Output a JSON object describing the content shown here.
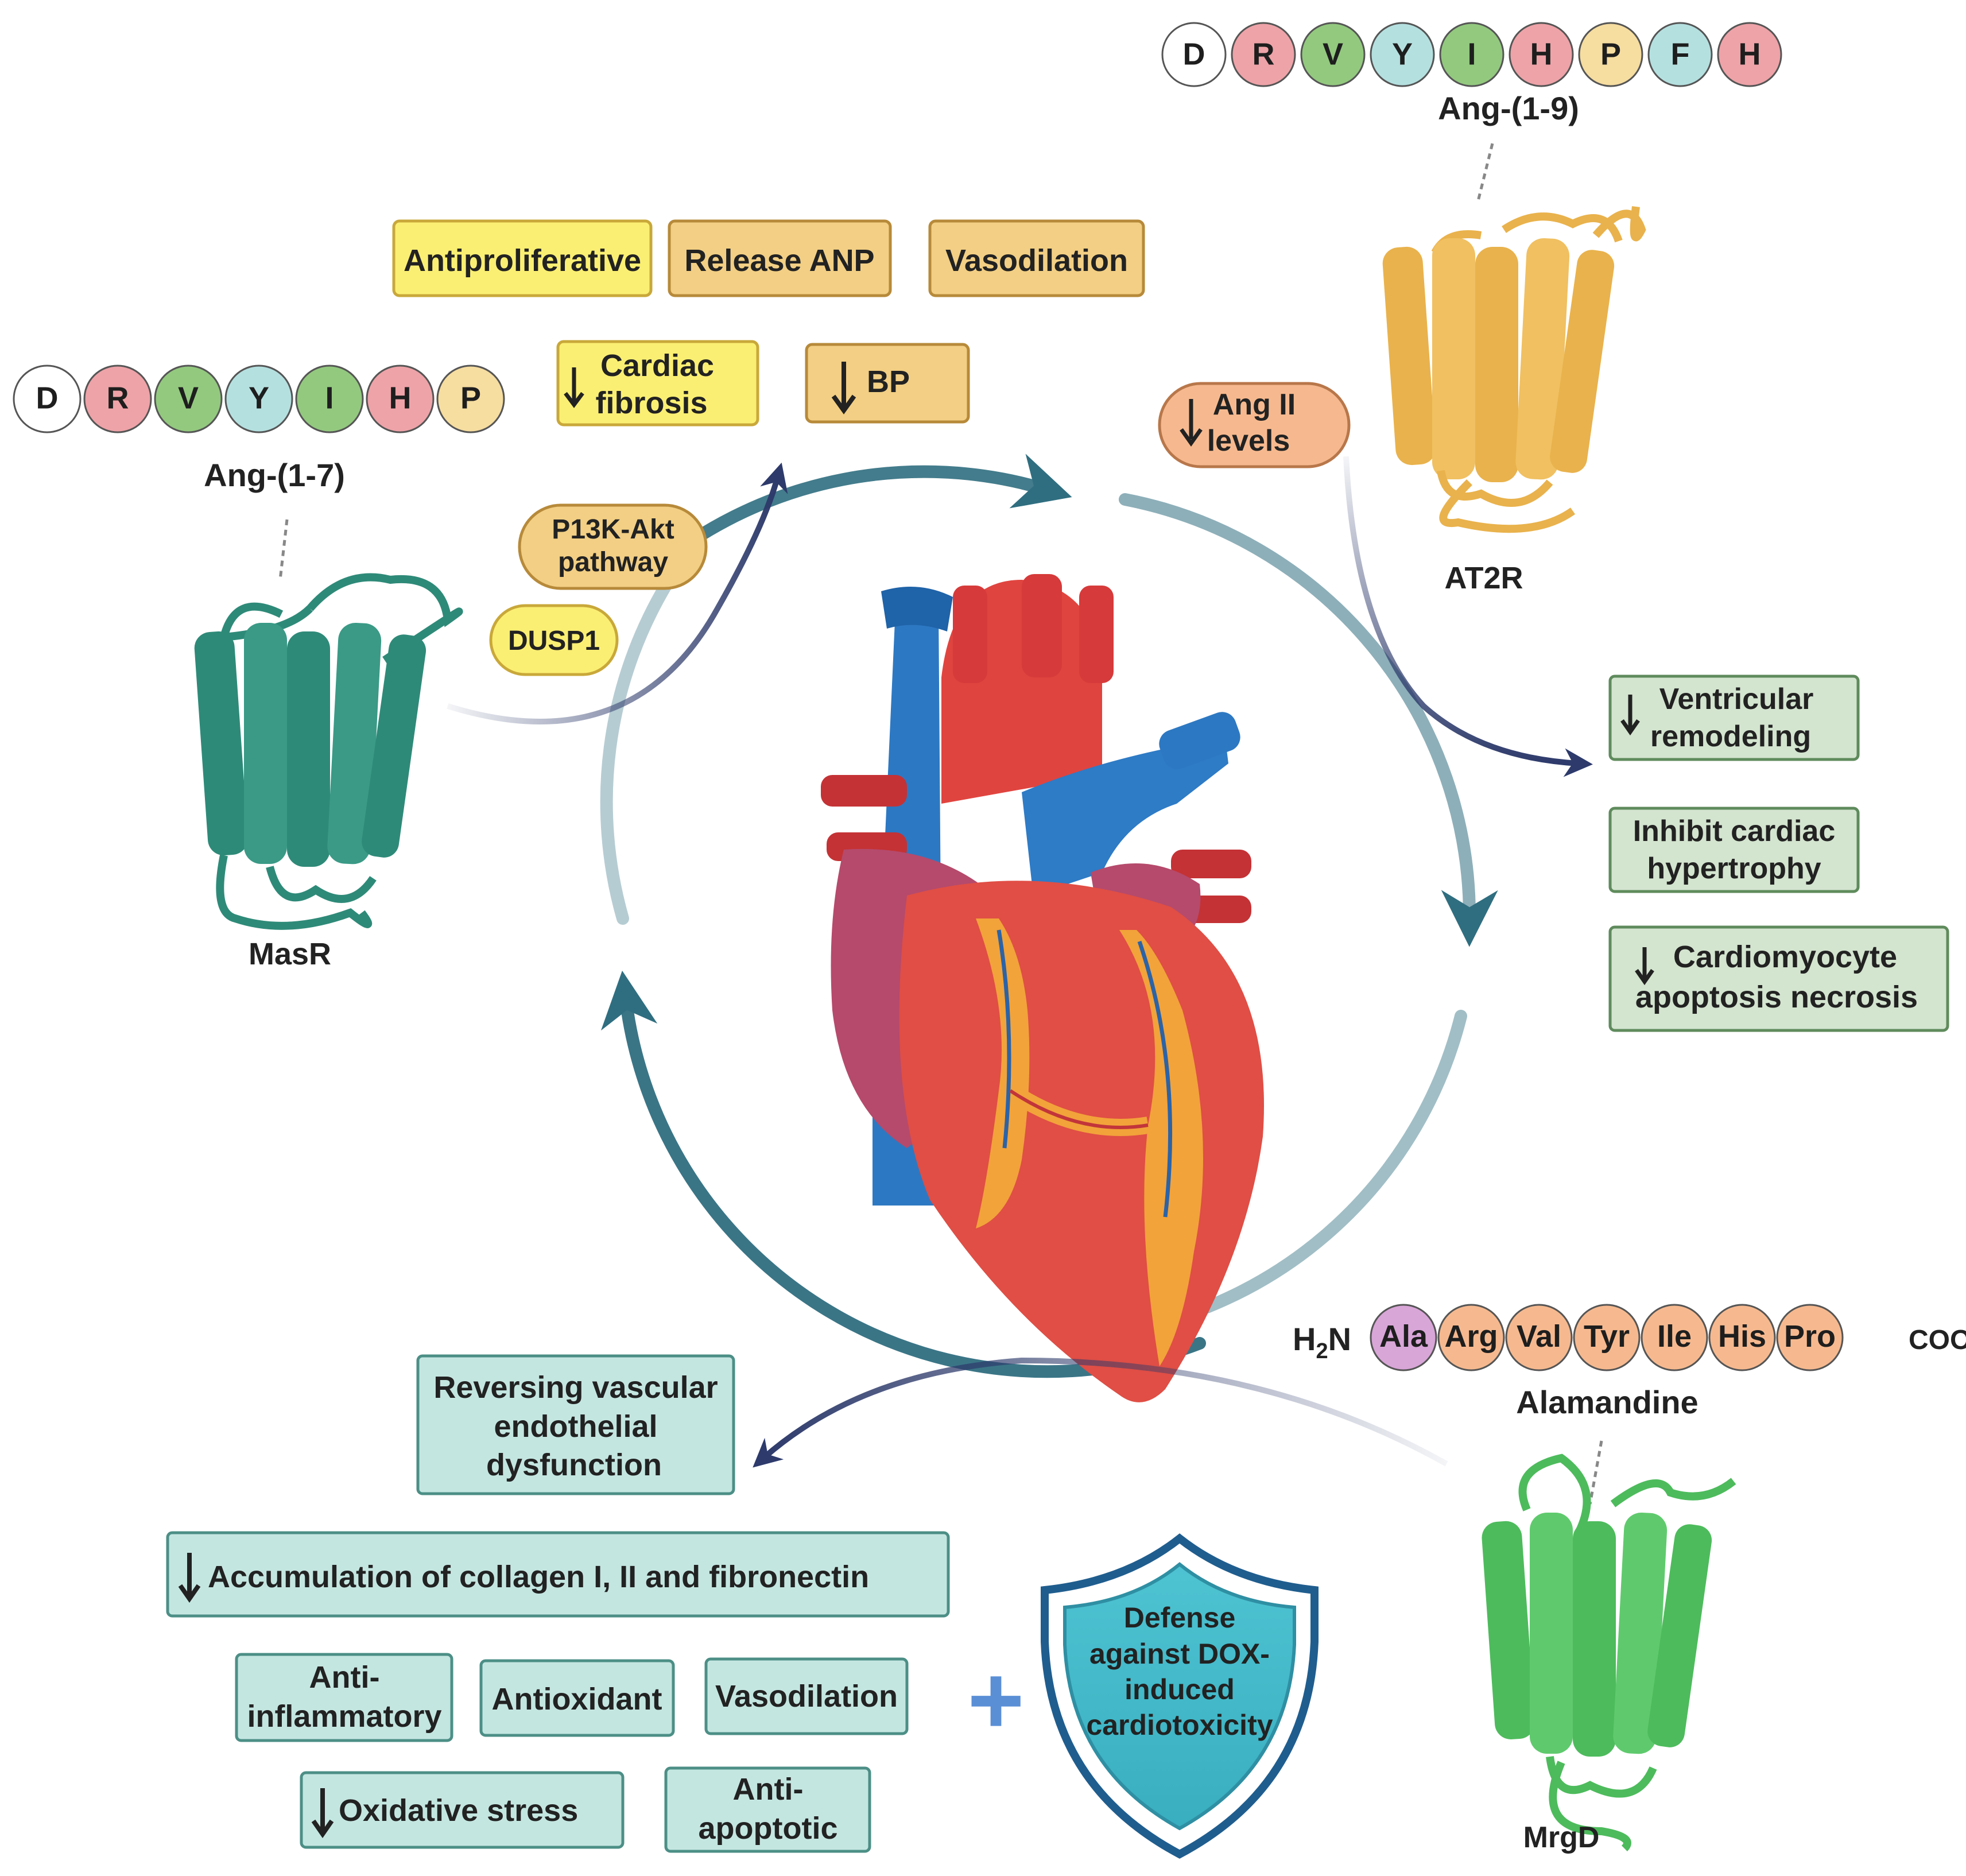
{
  "ang17": {
    "residues": [
      "D",
      "R",
      "V",
      "Y",
      "I",
      "H",
      "P"
    ],
    "label": "Ang-(1-7)",
    "receptor": "MasR"
  },
  "ang19": {
    "residues": [
      "D",
      "R",
      "V",
      "Y",
      "I",
      "H",
      "P",
      "F",
      "H"
    ],
    "label": "Ang-(1-9)",
    "receptor": "AT2R"
  },
  "alamandine": {
    "n_term": "H",
    "n_term_sub": "2",
    "n_term_n": "N",
    "residues": [
      "Ala",
      "Arg",
      "Val",
      "Tyr",
      "Ile",
      "His",
      "Pro"
    ],
    "c_term": "COOH",
    "label": "Alamandine",
    "receptor": "MrgD"
  },
  "masr_effects": {
    "antiproliferative": "Antiproliferative",
    "release_anp": "Release ANP",
    "vasodilation": "Vasodilation",
    "cardiac_fibrosis": [
      "Cardiac",
      "fibrosis"
    ],
    "bp": "BP"
  },
  "masr_pathways": {
    "p13k": [
      "P13K-Akt",
      "pathway"
    ],
    "dusp1": "DUSP1"
  },
  "at2r_effects": {
    "ang_ii": [
      "Ang II",
      "levels"
    ],
    "ventricular": [
      "Ventricular",
      "remodeling"
    ],
    "hypertrophy": [
      "Inhibit cardiac",
      "hypertrophy"
    ],
    "apoptosis": [
      "Cardiomyocyte",
      "apoptosis necrosis"
    ]
  },
  "mrgd_effects": {
    "reversing": [
      "Reversing vascular",
      "endothelial",
      "dysfunction"
    ],
    "collagen": "Accumulation of collagen I, II and fibronectin",
    "anti_inflammatory": [
      "Anti-",
      "inflammatory"
    ],
    "antioxidant": "Antioxidant",
    "vasodilation": "Vasodilation",
    "oxidative": "Oxidative stress",
    "anti_apoptotic": [
      "Anti-",
      "apoptotic"
    ],
    "plus": "+",
    "shield": [
      "Defense",
      "against DOX-",
      "induced",
      "cardiotoxicity"
    ]
  },
  "colors": {
    "yellow_box": "#fbef73",
    "tan_box": "#f2cf84",
    "salmon_box": "#f6b98f",
    "green_box": "#d3e4cf",
    "teal_box": "#c4e6e1",
    "masr": "#2e8a78",
    "at2r": "#e9b24c",
    "mrgd": "#4dbb5c",
    "arrow": "#2d3a6b",
    "cycle": "#2f6e80"
  }
}
